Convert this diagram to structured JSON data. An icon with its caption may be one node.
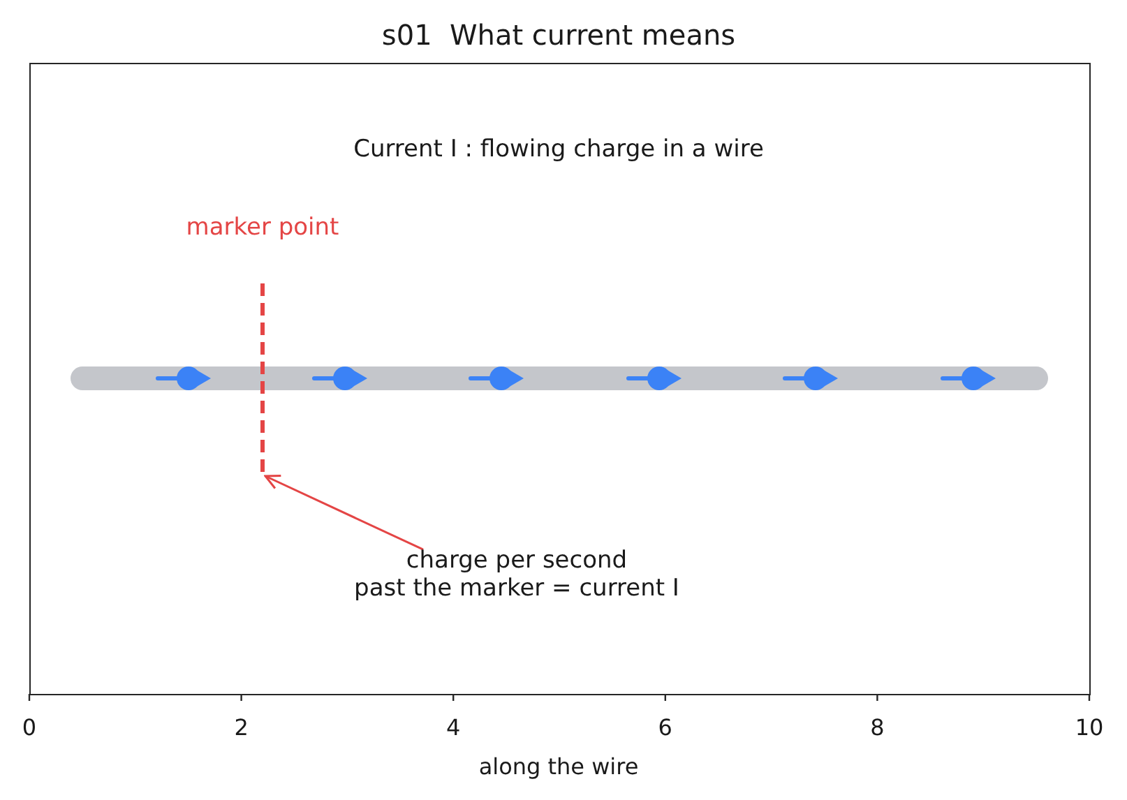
{
  "diagram": {
    "title": "s01  What current means",
    "nodes": [
      {
        "text": [],
        "shape": "line",
        "beside": [
          "marker point"
        ]
      },
      {
        "text": [
          "charge per second past the marker = current I"
        ]
      }
    ],
    "edges": [
      {
        "from": 1,
        "to": 0,
        "arrow": "to"
      }
    ],
    "labels": [
      "Current I : flowing charge in a wire",
      "0",
      "2",
      "4",
      "6",
      "8",
      "10",
      "along the wire"
    ]
  }
}
